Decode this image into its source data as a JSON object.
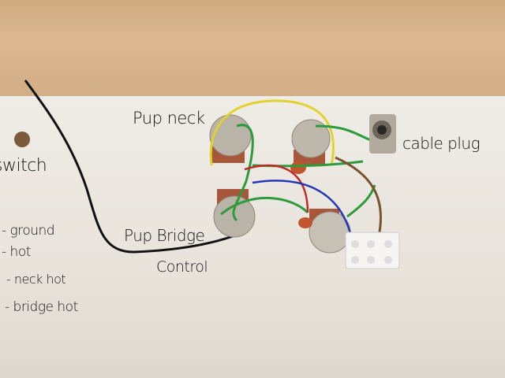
{
  "labels": {
    "pup_neck": "Pup neck",
    "cable_plug": "cable plug",
    "switch": "switch",
    "ground": "- ground",
    "hot": "- hot",
    "neck_hot": "- neck hot",
    "bridge_hot": "- bridge hot",
    "pup_bridge": "Pup Bridge",
    "control": "Control"
  }
}
